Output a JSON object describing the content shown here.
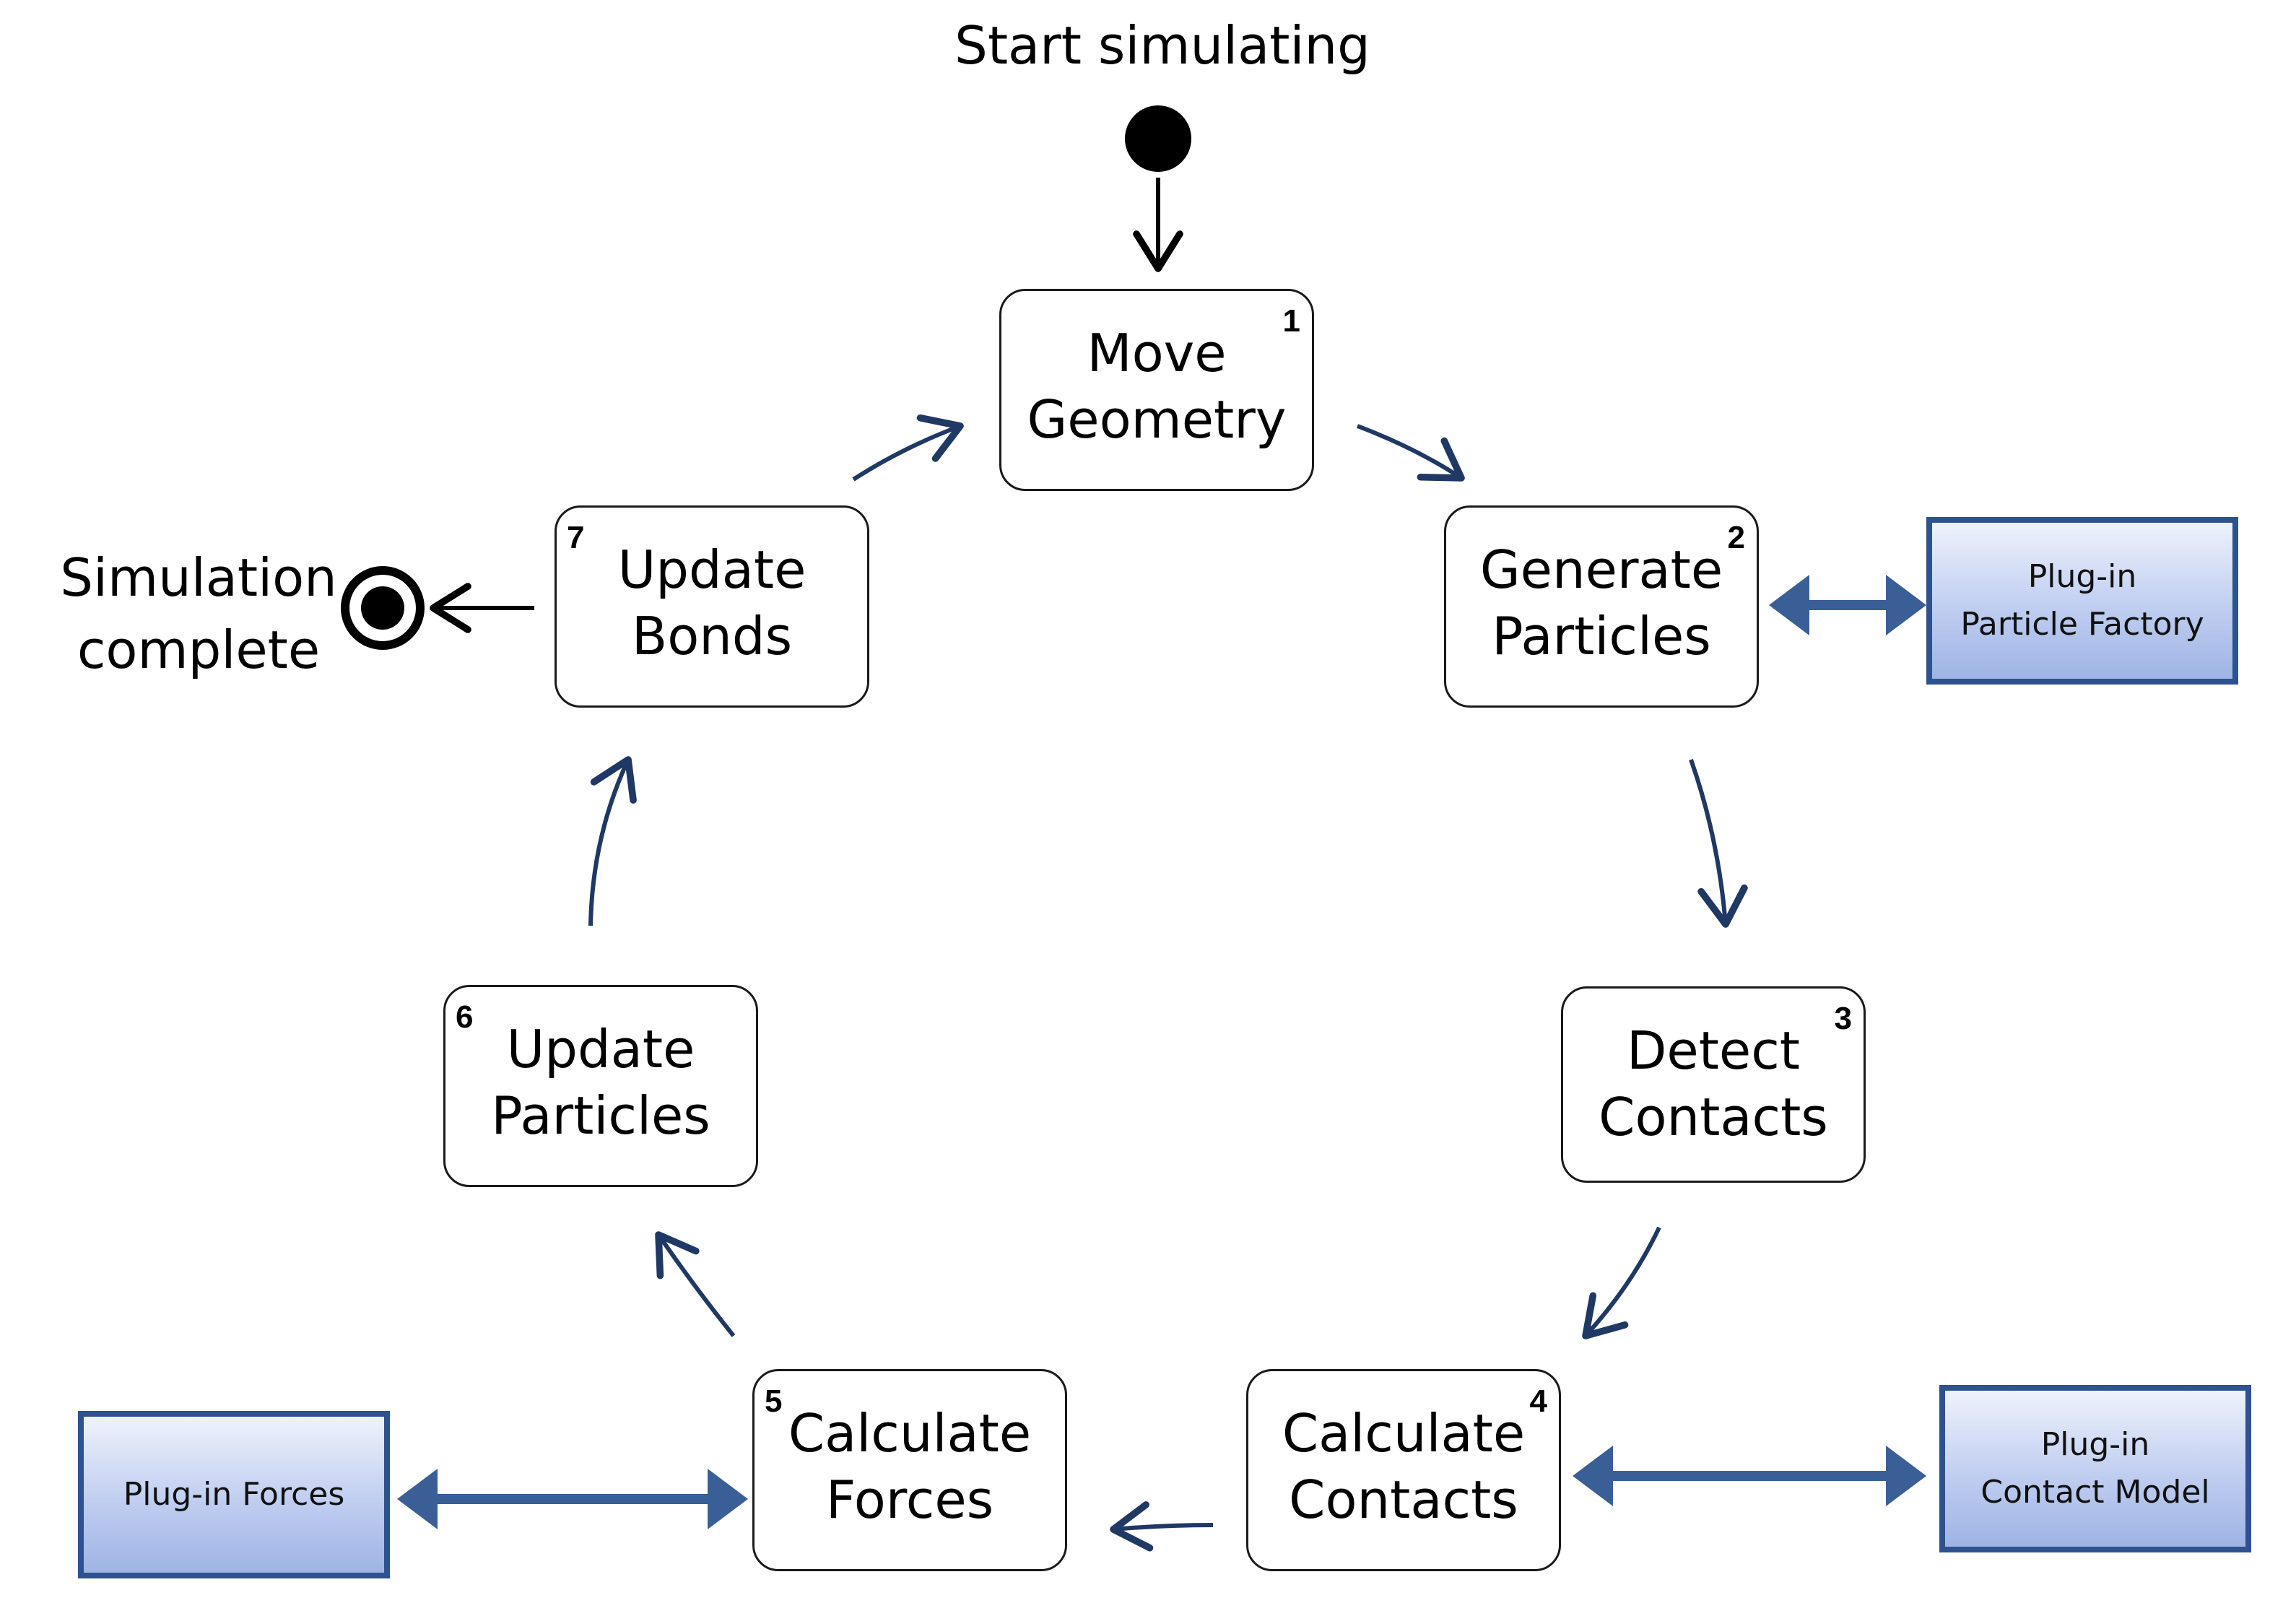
{
  "start": {
    "label": "Start simulating"
  },
  "end": {
    "label_line1": "Simulation",
    "label_line2": "complete"
  },
  "steps": [
    {
      "number": "1",
      "label": "Move\nGeometry"
    },
    {
      "number": "2",
      "label": "Generate\nParticles"
    },
    {
      "number": "3",
      "label": "Detect\nContacts"
    },
    {
      "number": "4",
      "label": "Calculate\nContacts"
    },
    {
      "number": "5",
      "label": "Calculate\nForces"
    },
    {
      "number": "6",
      "label": "Update\nParticles"
    },
    {
      "number": "7",
      "label": "Update\nBonds"
    }
  ],
  "plugins": {
    "particle_factory": {
      "line1": "Plug-in",
      "line2": "Particle Factory"
    },
    "contact_model": {
      "line1": "Plug-in",
      "line2": "Contact Model"
    },
    "forces": {
      "line1": "Plug-in Forces"
    }
  },
  "colors": {
    "flow_arrow": "#1f3864",
    "plugin_border": "#2e528f",
    "plugin_connector": "#3a5f96",
    "node_border": "#1a1a1a"
  }
}
